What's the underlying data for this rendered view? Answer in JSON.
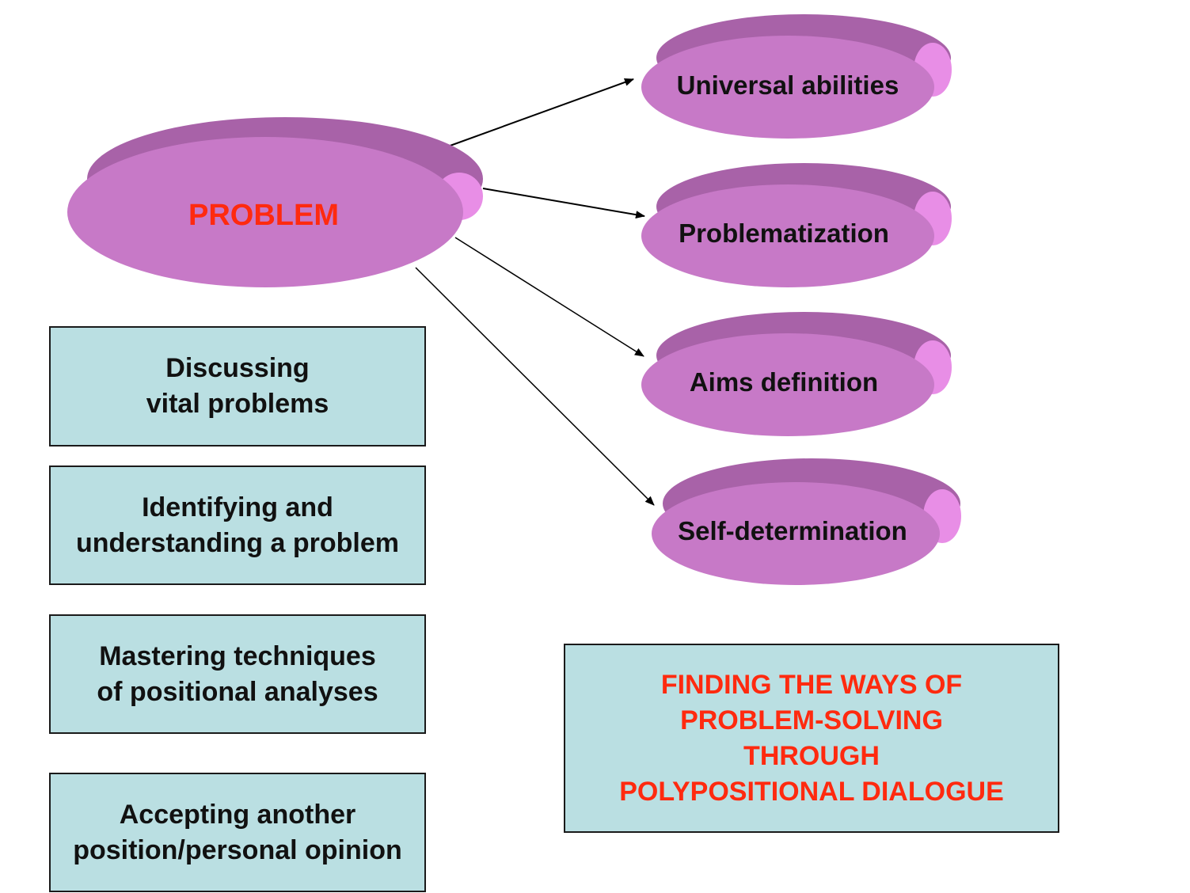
{
  "colors": {
    "disk_fill": "#c779c7",
    "disk_rim": "#a862a8",
    "disk_highlight": "#e88ee6",
    "box_fill": "#badfe2",
    "accent_red": "#ff2a0f",
    "text_dark": "#111111"
  },
  "center_node": {
    "label": "PROBLEM"
  },
  "outcomes": [
    {
      "label": "Universal abilities"
    },
    {
      "label": "Problematization"
    },
    {
      "label": "Aims definition"
    },
    {
      "label": "Self-determination"
    }
  ],
  "activities": [
    {
      "lines": [
        "Discussing",
        "vital problems"
      ]
    },
    {
      "lines": [
        "Identifying and",
        "understanding a problem"
      ]
    },
    {
      "lines": [
        "Mastering techniques",
        "of positional analyses"
      ]
    },
    {
      "lines": [
        "Accepting another",
        "position/personal opinion"
      ]
    }
  ],
  "goal": {
    "lines": [
      "FINDING THE WAYS OF",
      "PROBLEM-SOLVING",
      "THROUGH",
      "POLYPOSITIONAL DIALOGUE"
    ]
  }
}
